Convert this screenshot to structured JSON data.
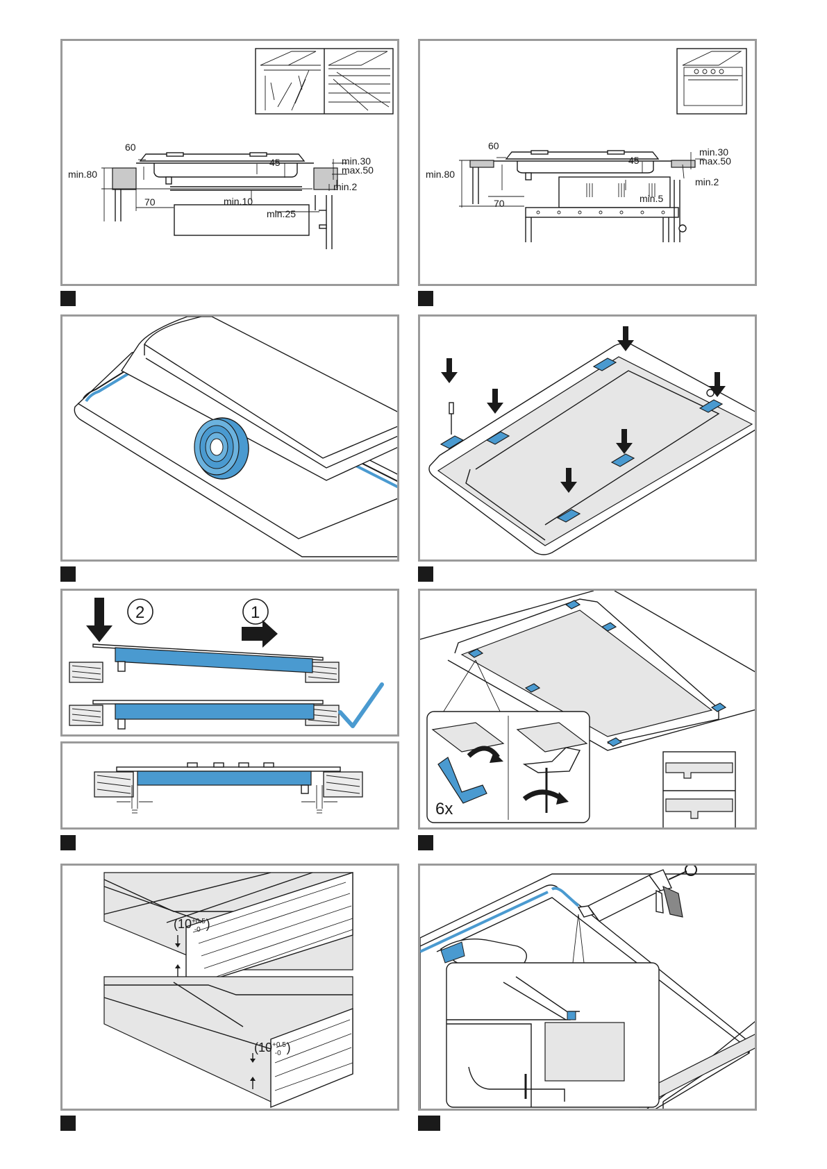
{
  "page": {
    "background": "#ffffff",
    "frame_color": "#9a9a9a",
    "accent": "#4a9ad0"
  },
  "fig1": {
    "d60": "60",
    "d45": "45",
    "min80": "min.80",
    "min30": "min.30",
    "max50": "max.50",
    "min2": "min.2",
    "d70": "70",
    "min10": "min.10",
    "min25": "min.25"
  },
  "fig2": {
    "d60": "60",
    "d45": "45",
    "min80": "min.80",
    "min30": "min.30",
    "max50": "max.50",
    "d70": "70",
    "min5": "min.5",
    "min2": "min.2"
  },
  "fig5": {
    "step1": "1",
    "step2": "2"
  },
  "fig7": {
    "count": "6x"
  },
  "fig9": {
    "dim_top": "(10",
    "dim_top_sup": "+0.5",
    "dim_top_sub": "-0",
    "dim_bottom": "(10",
    "dim_bottom_sup": "+0.5",
    "dim_bottom_sub": "-0",
    "paren": ")"
  }
}
